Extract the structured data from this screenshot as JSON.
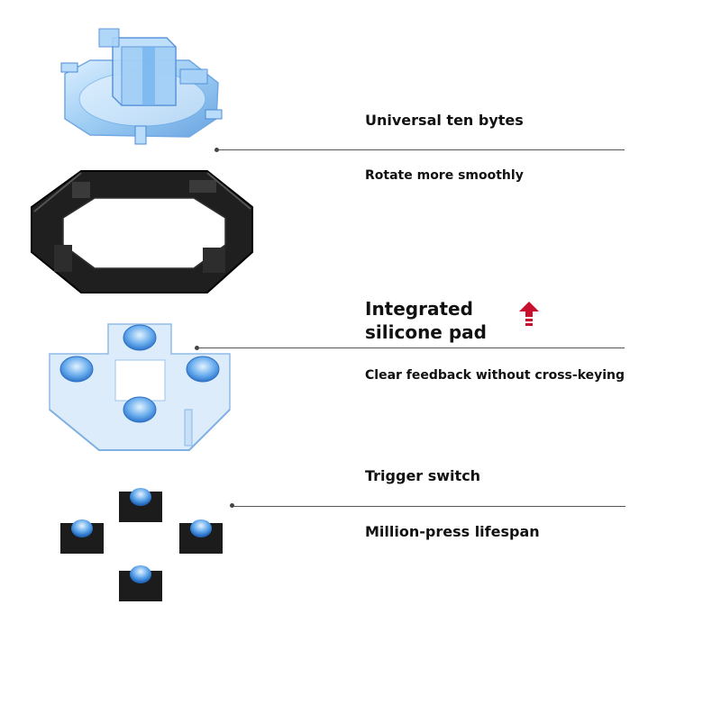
{
  "parts": [
    {
      "name": "Universal ten bytes",
      "description": "Rotate more smoothly"
    },
    {
      "name_line1": "Integrated",
      "name_line2": "silicone pad",
      "description": "Clear feedback without cross-keying"
    },
    {
      "name": "Trigger switch",
      "description": "Million-press lifespan"
    }
  ],
  "colors": {
    "accent_arrow": "#c8102e",
    "blue_part": "#8fc3ef",
    "black_part": "#222222"
  },
  "icons": [
    "up-arrow-icon"
  ]
}
